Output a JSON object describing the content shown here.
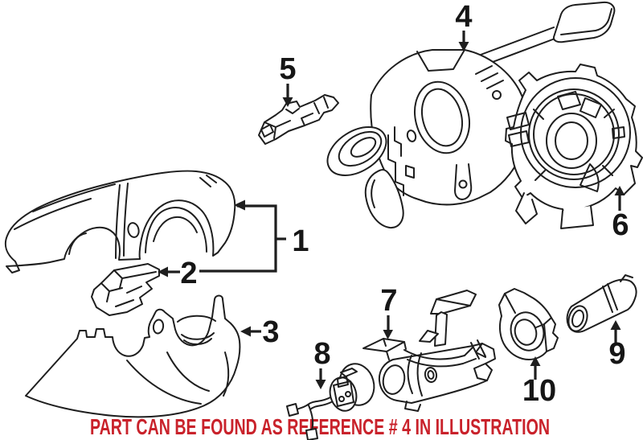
{
  "figure": {
    "background": "#ffffff",
    "line_color": "#1e1e1e",
    "label_color": "#161616",
    "callouts": [
      {
        "label": "1"
      },
      {
        "label": "2"
      },
      {
        "label": "3"
      },
      {
        "label": "4"
      },
      {
        "label": "5"
      },
      {
        "label": "6"
      },
      {
        "label": "7"
      },
      {
        "label": "8"
      },
      {
        "label": "9"
      },
      {
        "label": "10"
      }
    ],
    "caption": {
      "text": "PART CAN BE FOUND AS REFERENCE # 4 IN ILLUSTRATION",
      "color": "#c9222b"
    }
  }
}
